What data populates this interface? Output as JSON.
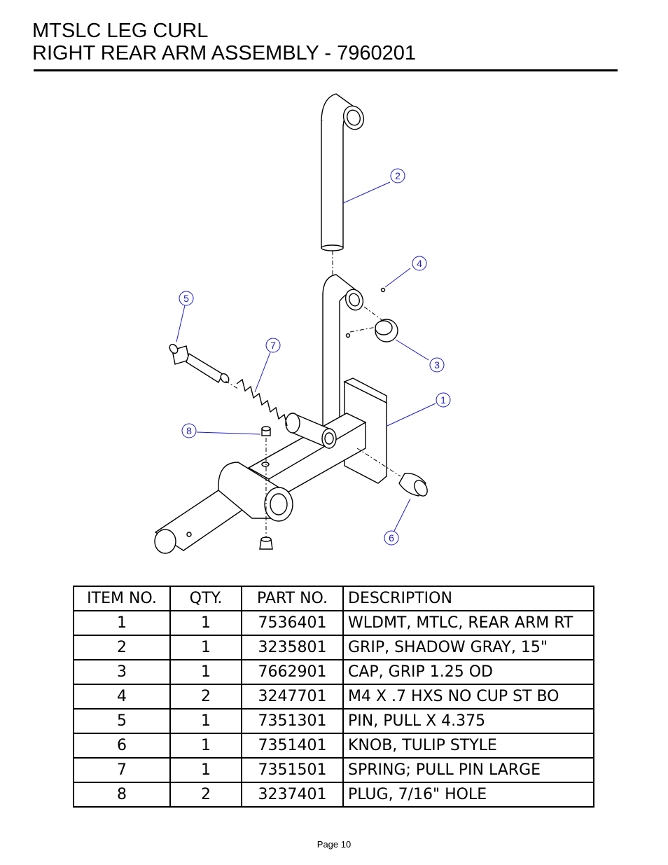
{
  "header": {
    "title_line1": "MTSLC LEG CURL",
    "title_line2": "RIGHT REAR ARM ASSEMBLY - 7960201"
  },
  "callouts": [
    "1",
    "2",
    "3",
    "4",
    "5",
    "6",
    "7",
    "8"
  ],
  "parts_table": {
    "headers": [
      "ITEM NO.",
      "QTY.",
      "PART NO.",
      "DESCRIPTION"
    ],
    "rows": [
      [
        "1",
        "1",
        "7536401",
        "WLDMT, MTLC, REAR ARM RT"
      ],
      [
        "2",
        "1",
        "3235801",
        "GRIP, SHADOW GRAY, 15\""
      ],
      [
        "3",
        "1",
        "7662901",
        "CAP, GRIP 1.25 OD"
      ],
      [
        "4",
        "2",
        "3247701",
        "M4 X .7 HXS NO CUP ST BO"
      ],
      [
        "5",
        "1",
        "7351301",
        "PIN, PULL X 4.375"
      ],
      [
        "6",
        "1",
        "7351401",
        "KNOB, TULIP STYLE"
      ],
      [
        "7",
        "1",
        "7351501",
        "SPRING; PULL PIN LARGE"
      ],
      [
        "8",
        "2",
        "3237401",
        "PLUG, 7/16\" HOLE"
      ]
    ]
  },
  "footer": {
    "page_label": "Page 10"
  },
  "colors": {
    "callout": "#1a1acc",
    "line": "#000000"
  }
}
